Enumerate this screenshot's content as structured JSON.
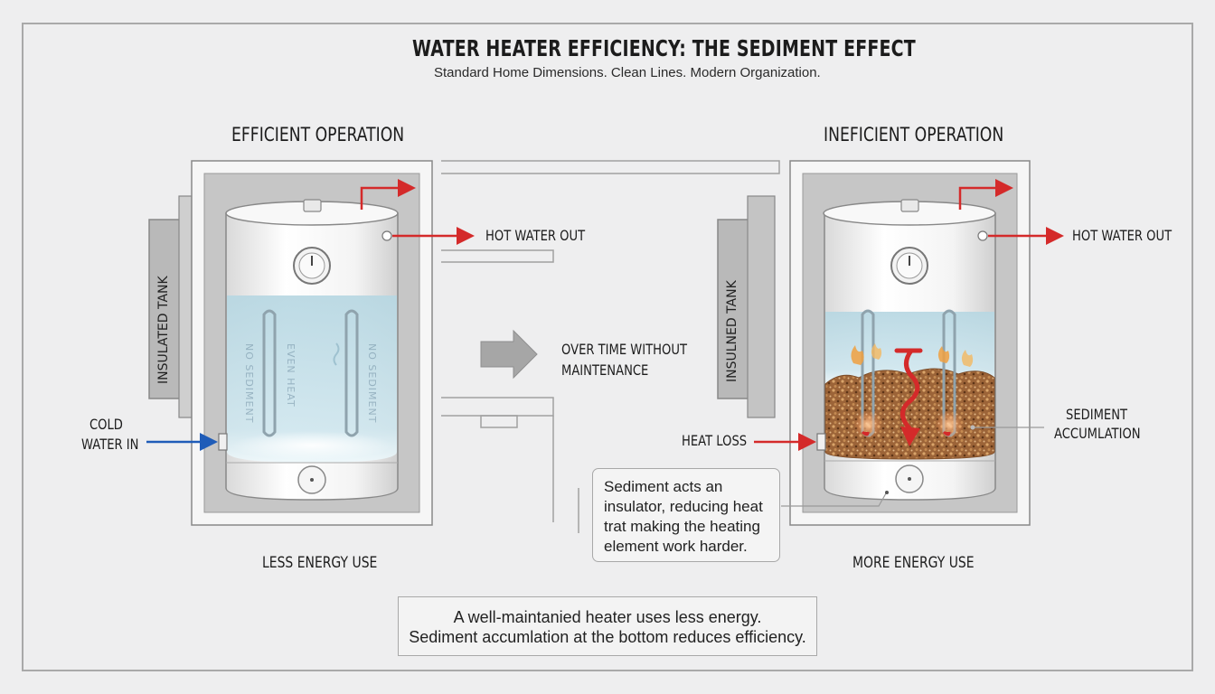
{
  "header": {
    "title": "WATER HEATER EFFICIENCY: THE SEDIMENT EFFECT",
    "subtitle": "Standard Home Dimensions. Clean Lines. Modern Organization."
  },
  "left_panel": {
    "heading": "EFFICIENT OPERATION",
    "side_label": "INSULATED TANK",
    "hot_water_label": "HOT WATER OUT",
    "cold_water_label_line1": "COLD",
    "cold_water_label_line2": "WATER IN",
    "faint_text_1": "NO SEDIMENT",
    "faint_text_2": "EVEN HEAT",
    "faint_text_3": "NO SEDIMENT",
    "footer": "LESS ENERGY USE"
  },
  "middle": {
    "transition_line1": "OVER TIME WITHOUT",
    "transition_line2": "MAINTENANCE"
  },
  "right_panel": {
    "heading": "INEFICIENT OPERATION",
    "side_label": "INSULNED TANK",
    "hot_water_label": "HOT WATER OUT",
    "heat_loss_label": "HEAT LOSS",
    "sediment_label_line1": "SEDIMENT",
    "sediment_label_line2": "ACCUMLATION",
    "footer": "MORE ENERGY USE"
  },
  "callout": {
    "line1": "Sediment acts an",
    "line2": "insulator, reducing heat",
    "line3": "trat making the heating",
    "line4": "element work harder."
  },
  "bottom_note": {
    "line1": "A well-maintanied heater uses less energy.",
    "line2": "Sediment accumlation at the bottom reduces efficiency."
  },
  "colors": {
    "hot_arrow": "#d42a2a",
    "cold_arrow": "#1f5cb8",
    "water": "#bfdde6",
    "sediment": "#a06a3c",
    "cabinet": "#c4c4c4"
  }
}
